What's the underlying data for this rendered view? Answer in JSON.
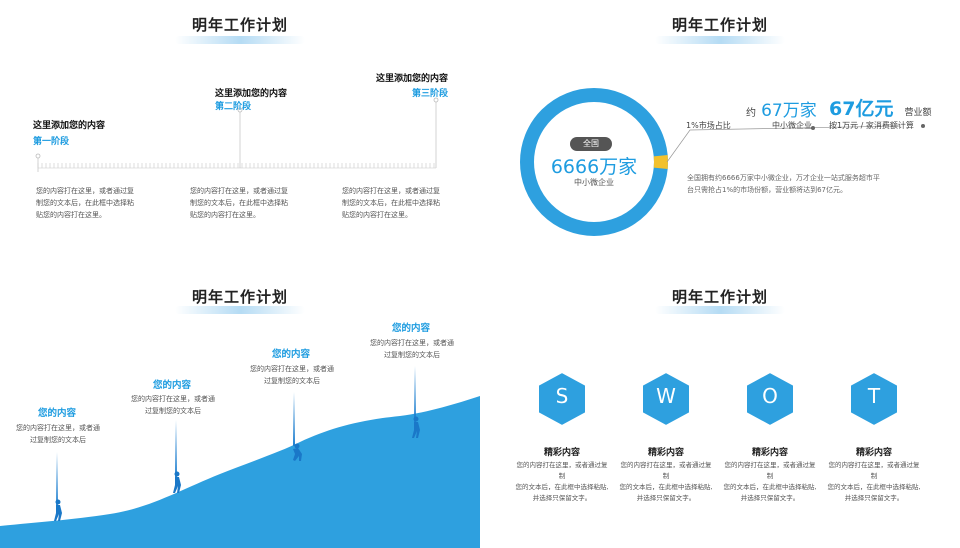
{
  "slides": {
    "plan_title": "明年工作计划"
  },
  "timeline": {
    "stages": [
      {
        "heading": "这里添加您的内容",
        "stage": "第一阶段",
        "desc": [
          "您的内容打在这里，或者通过复",
          "制您的文本后，在此框中选择粘",
          "贴您的内容打在这里。"
        ]
      },
      {
        "heading": "这里添加您的内容",
        "stage": "第二阶段",
        "desc": [
          "您的内容打在这里，或者通过复",
          "制您的文本后，在此框中选择粘",
          "贴您的内容打在这里。"
        ]
      },
      {
        "heading": "这里添加您的内容",
        "stage": "第三阶段",
        "desc": [
          "您的内容打在这里，或者通过复",
          "制您的文本后，在此框中选择粘",
          "贴您的内容打在这里。"
        ]
      }
    ]
  },
  "market": {
    "badge": "全国",
    "big_value": "6666万家",
    "sub_label": "中小微企业",
    "share_label": "1%市场占比",
    "mid_prefix": "约",
    "mid_value": "67万家",
    "mid_label": "中小微企业",
    "right_value": "67亿元",
    "right_suffix": "营业额",
    "right_label": "按1万元 / 家消费额计算",
    "desc": [
      "全国拥有约6666万家中小微企业，万才企业一站式服务超市平",
      "台只需抢占1%的市场份额，营业额将达到67亿元。"
    ],
    "share_fraction": 0.01,
    "colors": {
      "ring": "#2ea0df",
      "accent": "#f2c12e"
    }
  },
  "climb": {
    "steps": [
      {
        "heading": "您的内容",
        "desc": [
          "您的内容打在这里，或者通",
          "过复制您的文本后"
        ]
      },
      {
        "heading": "您的内容",
        "desc": [
          "您的内容打在这里，或者通",
          "过复制您的文本后"
        ]
      },
      {
        "heading": "您的内容",
        "desc": [
          "您的内容打在这里，或者通",
          "过复制您的文本后"
        ]
      },
      {
        "heading": "您的内容",
        "desc": [
          "您的内容打在这里，或者通",
          "过复制您的文本后"
        ]
      }
    ]
  },
  "swot": {
    "items": [
      {
        "letter": "S",
        "heading": "精彩内容",
        "desc": [
          "您的内容打在这里，或者通过复制",
          "您的文本后，在此框中选择粘贴,",
          "并选择只保留文字。"
        ]
      },
      {
        "letter": "W",
        "heading": "精彩内容",
        "desc": [
          "您的内容打在这里，或者通过复制",
          "您的文本后，在此框中选择粘贴,",
          "并选择只保留文字。"
        ]
      },
      {
        "letter": "O",
        "heading": "精彩内容",
        "desc": [
          "您的内容打在这里，或者通过复制",
          "您的文本后，在此框中选择粘贴,",
          "并选择只保留文字。"
        ]
      },
      {
        "letter": "T",
        "heading": "精彩内容",
        "desc": [
          "您的内容打在这里，或者通过复制",
          "您的文本后，在此框中选择粘贴,",
          "并选择只保留文字。"
        ]
      }
    ]
  }
}
